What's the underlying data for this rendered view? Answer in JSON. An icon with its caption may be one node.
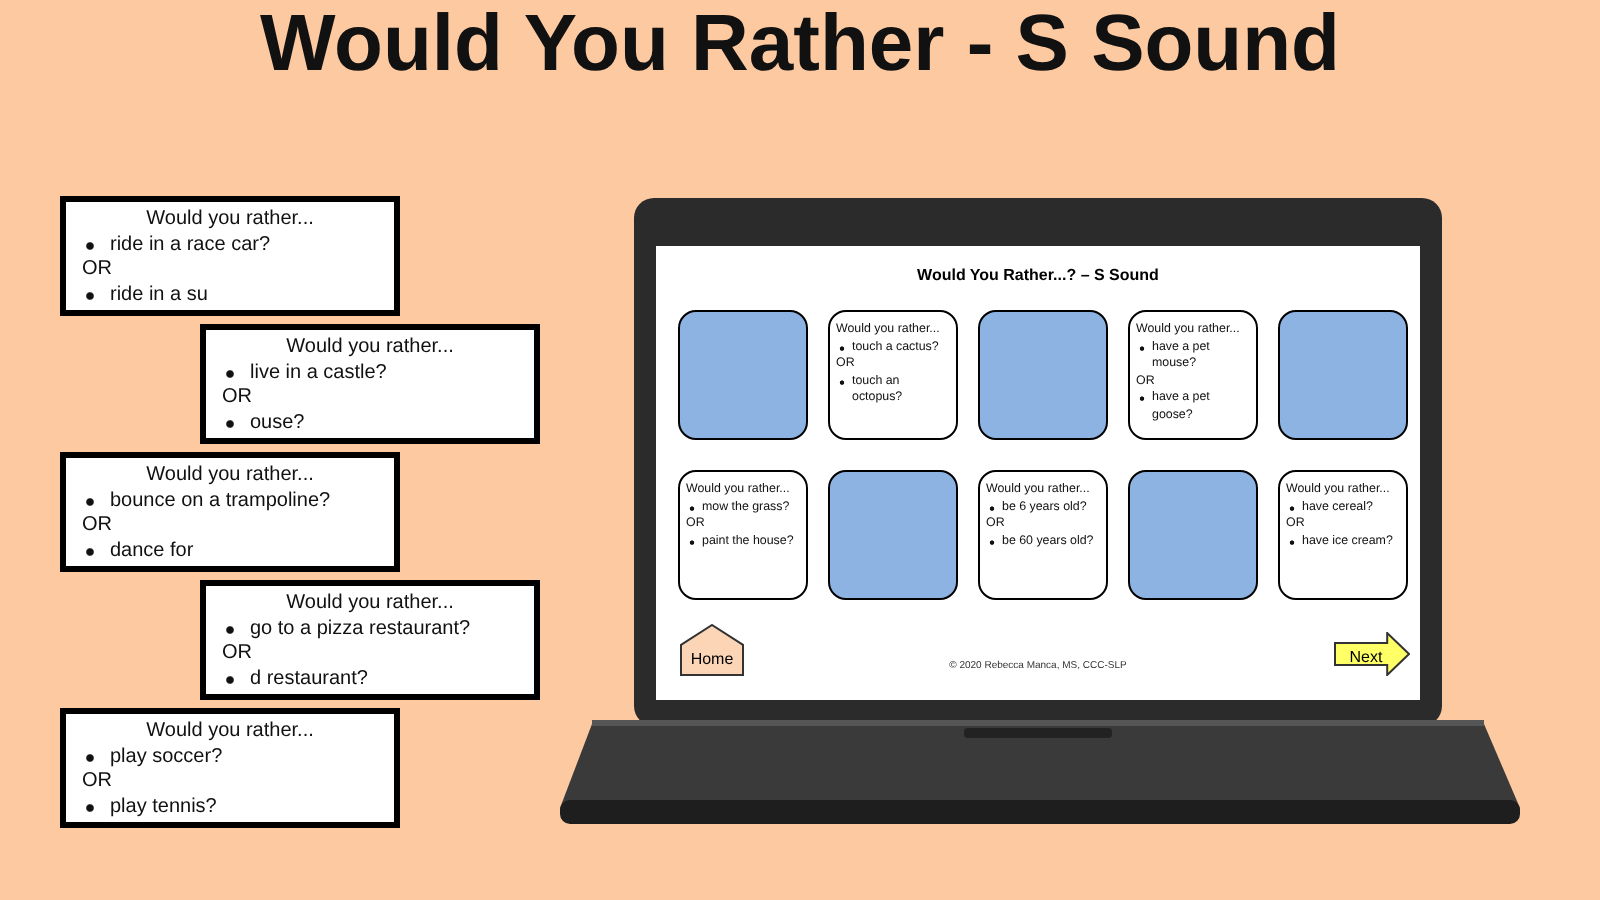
{
  "diagram": {
    "title": "Would You Rather - S Sound",
    "nodes": [
      {
        "text": [
          "Would you rather...",
          "ride in a race car?",
          "OR",
          "ride in a su"
        ]
      },
      {
        "text": [
          "Would you rather...",
          "live in a castle?",
          "OR",
          "ouse?"
        ]
      },
      {
        "text": [
          "Would you rather...",
          "bounce on a trampoline?",
          "OR",
          "dance for"
        ]
      },
      {
        "text": [
          "Would you rather...",
          "go to a pizza restaurant?",
          "OR",
          "d restaurant?"
        ]
      },
      {
        "text": [
          "Would you rather...",
          "play soccer?",
          "OR",
          "play tennis?"
        ]
      },
      {
        "text": [
          "Would You Rather...? – S Sound"
        ]
      },
      {
        "text": [],
        "shape": "box",
        "in": 5
      },
      {
        "text": [
          "Would you rather...",
          "touch a cactus?",
          "OR",
          "touch an octopus?"
        ],
        "in": 5
      },
      {
        "text": [],
        "shape": "box",
        "in": 5
      },
      {
        "text": [
          "Would you rather...",
          "have a pet mouse?",
          "OR",
          "have a pet goose?"
        ],
        "in": 5
      },
      {
        "text": [],
        "shape": "box",
        "in": 5
      },
      {
        "text": [
          "Would you rather...",
          "mow the grass?",
          "OR",
          "paint the house?"
        ],
        "in": 5
      },
      {
        "text": [],
        "shape": "box",
        "in": 5
      },
      {
        "text": [
          "Would you rather...",
          "be 6 years old?",
          "OR",
          "be 60 years old?"
        ],
        "in": 5
      },
      {
        "text": [],
        "shape": "box",
        "in": 5
      },
      {
        "text": [
          "Would you rather...",
          "have cereal?",
          "OR",
          "have ice cream?"
        ],
        "in": 5
      },
      {
        "text": [
          "Home"
        ],
        "in": 5
      },
      {
        "text": [
          "Next"
        ],
        "in": 5
      }
    ],
    "edges": [],
    "labels": [
      "© 2020 Rebecca Manca, MS, CCC-SLP"
    ]
  }
}
